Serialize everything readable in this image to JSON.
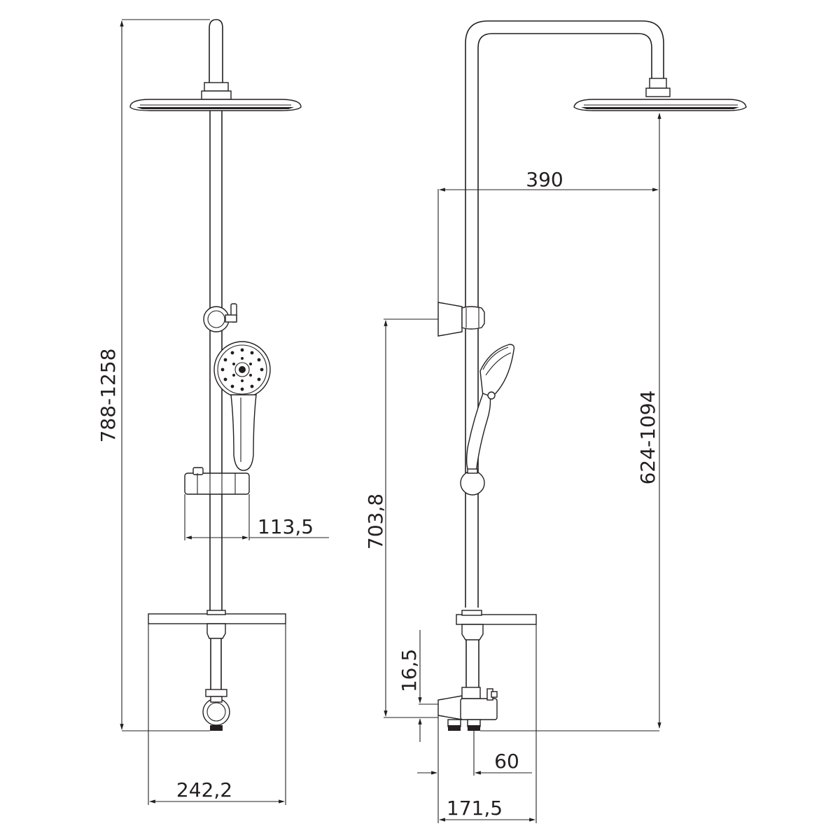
{
  "dimensions": {
    "total_height_front": "788-1258",
    "holder_offset": "113,5",
    "base_width_front": "242,2",
    "arm_reach": "390",
    "slider_height": "703,8",
    "inlet_offset": "16,5",
    "rain_head_height": "624-1094",
    "outlet_offset": "60",
    "base_width_side": "171,5"
  },
  "colors": {
    "line": "#231f20",
    "background": "#ffffff"
  }
}
